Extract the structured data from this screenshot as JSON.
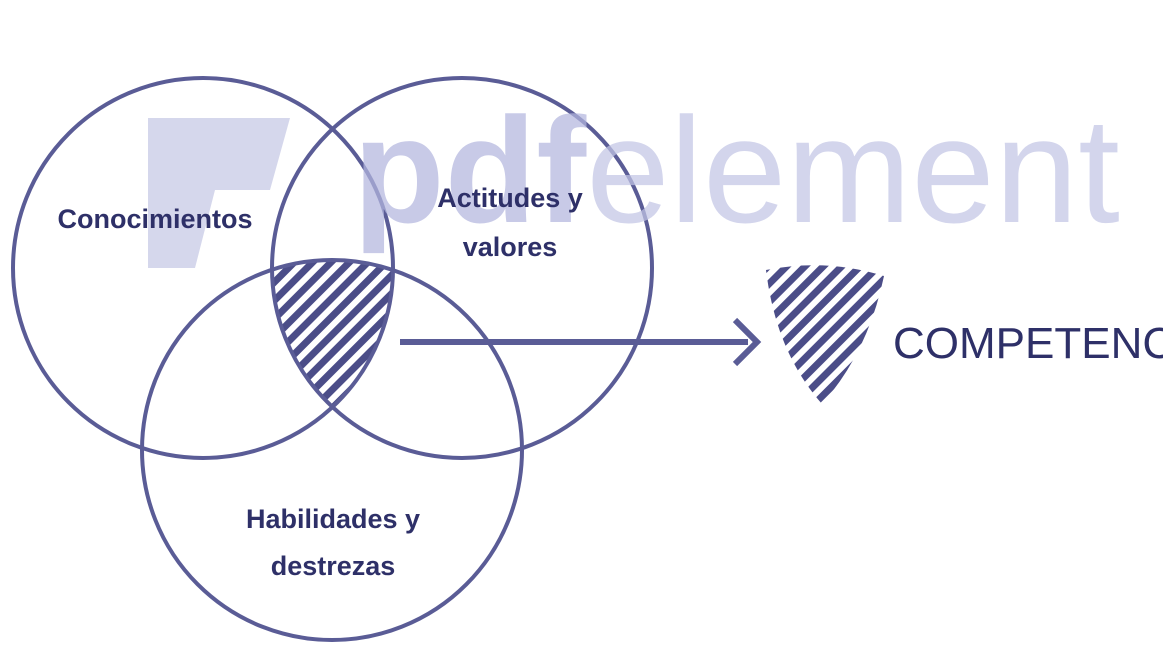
{
  "diagram": {
    "circles": [
      {
        "name": "knowledge",
        "label_lines": [
          "Conocimientos"
        ]
      },
      {
        "name": "attitudes",
        "label_lines": [
          "Actitudes y",
          "valores"
        ]
      },
      {
        "name": "skills",
        "label_lines": [
          "Habilidades y",
          "destrezas"
        ]
      }
    ],
    "result_label": "COMPETENCIA"
  },
  "watermark": {
    "bold_part": "pdf",
    "regular_part": "element"
  },
  "colors": {
    "stroke": "#5a5c96",
    "text": "#2e3068",
    "watermark": "#c3c6e6"
  }
}
